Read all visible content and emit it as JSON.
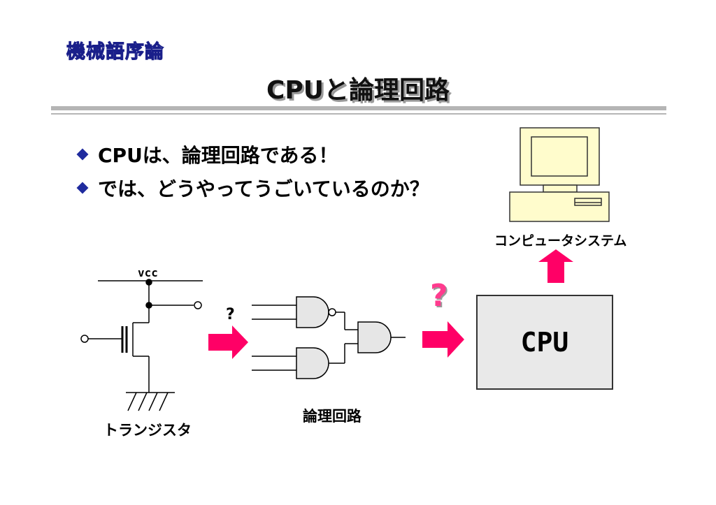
{
  "header": {
    "course": "機械語序論",
    "title": "CPUと論理回路"
  },
  "bullets": [
    "CPUは、論理回路である！",
    "では、どうやってうごいているのか？"
  ],
  "diagram": {
    "vcc_label": "vcc",
    "transistor_label": "トランジスタ",
    "logic_question": "?",
    "logic_label": "論理回路",
    "cpu_question": "?",
    "cpu_label": "CPU",
    "system_label": "コンピュータシステム"
  },
  "colors": {
    "arrow_pink": "#ff0066",
    "question_pink": "#ff3b8e",
    "gate_fill": "#e6e6e6",
    "monitor_fill": "#fffccc",
    "bullet_blue": "#1f2b9e"
  }
}
